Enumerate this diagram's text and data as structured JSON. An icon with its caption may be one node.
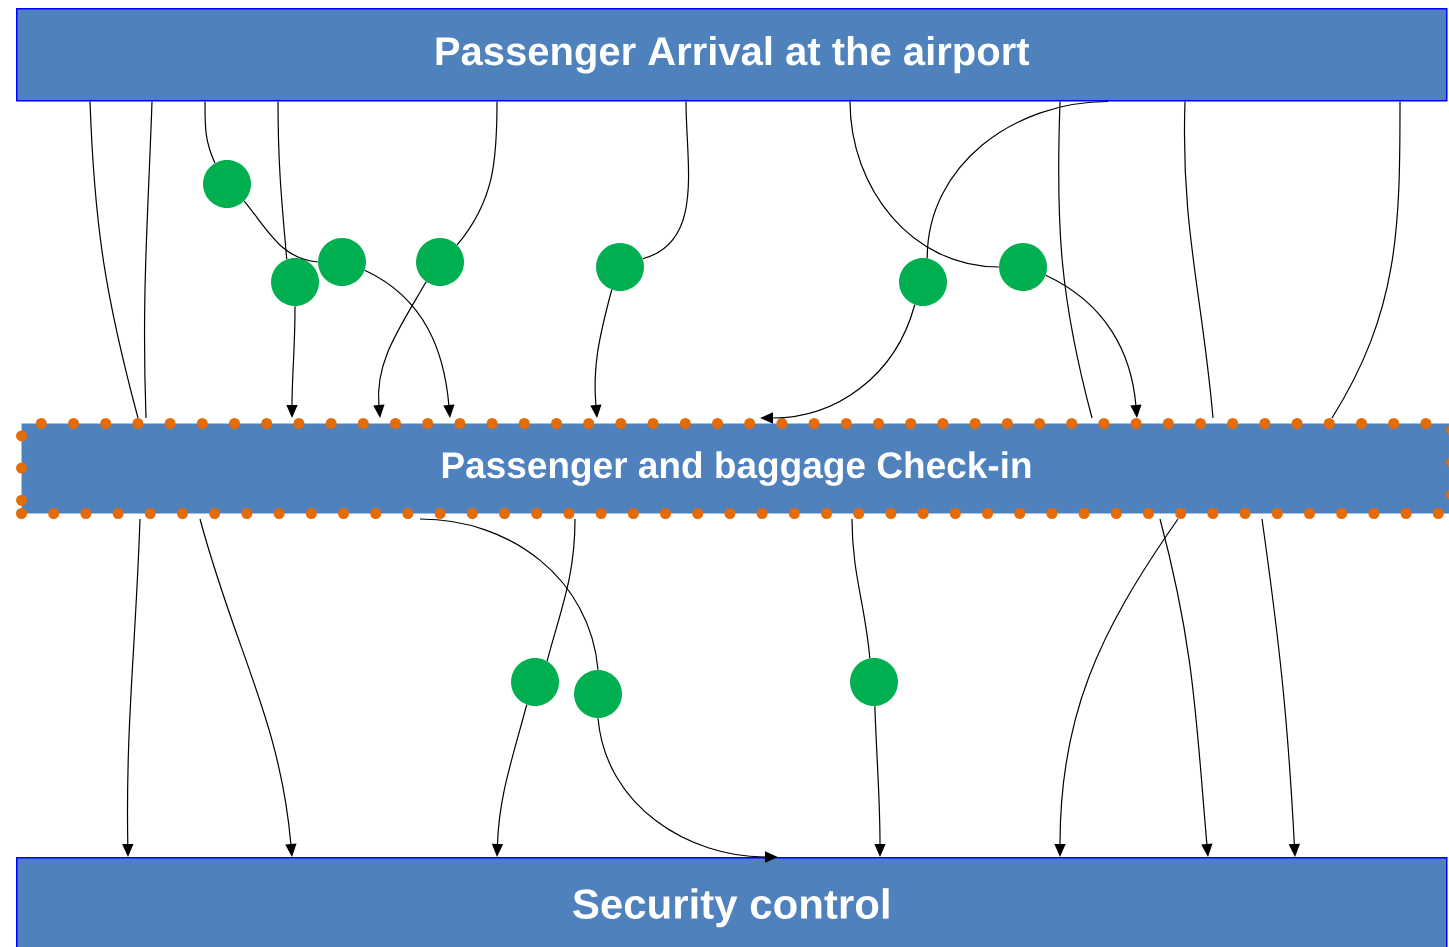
{
  "diagram": {
    "nodes": [
      {
        "text": [
          "Passenger Arrival at the airport"
        ]
      },
      {
        "text": [
          "Passenger and baggage Check-in"
        ]
      },
      {
        "text": [
          "Security control"
        ]
      },
      {
        "text": [],
        "shape": "circle"
      },
      {
        "text": [],
        "shape": "circle"
      },
      {
        "text": [],
        "shape": "circle"
      },
      {
        "text": [],
        "shape": "circle"
      },
      {
        "text": [],
        "shape": "circle"
      },
      {
        "text": [],
        "shape": "circle"
      },
      {
        "text": [],
        "shape": "circle"
      },
      {
        "text": [],
        "shape": "circle"
      },
      {
        "text": [],
        "shape": "circle"
      },
      {
        "text": [],
        "shape": "circle"
      }
    ],
    "edges": [
      {
        "from": 0,
        "to": 1,
        "arrow": "none"
      },
      {
        "from": 1,
        "to": 2,
        "arrow": "to"
      },
      {
        "from": 0,
        "to": 1,
        "arrow": "none"
      },
      {
        "from": 1,
        "to": 2,
        "arrow": "to"
      },
      {
        "from": 0,
        "to": 3,
        "arrow": "none"
      },
      {
        "from": 3,
        "to": 5,
        "arrow": "none"
      },
      {
        "from": 5,
        "to": 1,
        "arrow": "to"
      },
      {
        "from": 0,
        "to": 4,
        "arrow": "none"
      },
      {
        "from": 4,
        "to": 1,
        "arrow": "to"
      },
      {
        "from": 0,
        "to": 6,
        "arrow": "none"
      },
      {
        "from": 6,
        "to": 1,
        "arrow": "to"
      },
      {
        "from": 0,
        "to": 7,
        "arrow": "none"
      },
      {
        "from": 7,
        "to": 1,
        "arrow": "to"
      },
      {
        "from": 0,
        "to": 8,
        "arrow": "none"
      },
      {
        "from": 8,
        "to": 1,
        "arrow": "to"
      },
      {
        "from": 0,
        "to": 9,
        "arrow": "none"
      },
      {
        "from": 9,
        "to": 1,
        "arrow": "to"
      },
      {
        "from": 0,
        "to": 1,
        "arrow": "none"
      },
      {
        "from": 1,
        "to": 2,
        "arrow": "to"
      },
      {
        "from": 0,
        "to": 1,
        "arrow": "none"
      },
      {
        "from": 1,
        "to": 2,
        "arrow": "to"
      },
      {
        "from": 0,
        "to": 1,
        "arrow": "none"
      },
      {
        "from": 1,
        "to": 2,
        "arrow": "to"
      },
      {
        "from": 1,
        "to": 10,
        "arrow": "none"
      },
      {
        "from": 10,
        "to": 2,
        "arrow": "to"
      },
      {
        "from": 1,
        "to": 11,
        "arrow": "none"
      },
      {
        "from": 11,
        "to": 2,
        "arrow": "to"
      },
      {
        "from": 1,
        "to": 12,
        "arrow": "none"
      },
      {
        "from": 12,
        "to": 2,
        "arrow": "to"
      }
    ]
  }
}
